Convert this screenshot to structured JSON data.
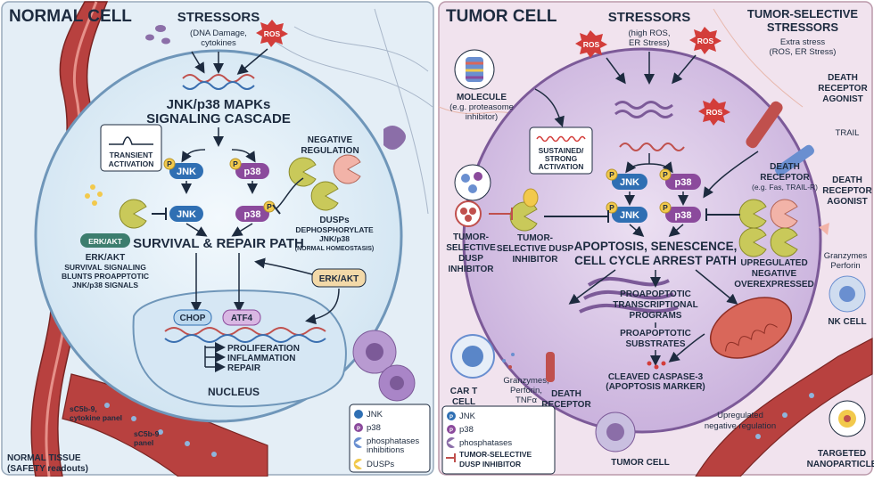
{
  "normal": {
    "title": "NORMAL CELL",
    "stressors_title": "STRESSORS",
    "stressors_sub1": "(DNA Damage,",
    "stressors_sub2": "cytokines",
    "ros": "ROS",
    "cascade1": "JNK/p38 MAPKs",
    "cascade2": "SIGNALING CASCADE",
    "transient1": "TRANSIENT",
    "transient2": "ACTIVATION",
    "neg_reg1": "NEGATIVE",
    "neg_reg2": "REGULATION",
    "jnk": "JNK",
    "p38": "p38",
    "p": "P",
    "dusps1": "DUSPs",
    "dusps2": "DEPHOSPHORYLATE",
    "dusps3": "JNK/p38",
    "dusps4": "(NORMAL HOMEOSTASIS)",
    "survival_path": "SURVIVAL & REPAIR PATH",
    "erk_akt_pill": "ERK/AKT",
    "erk_akt_title": "ERK/AKT",
    "erk_text1": "SURVIVAL SIGNALING",
    "erk_text2": "BLUNTS PROAPPTOTIC",
    "erk_text3": "JNK/p38 SIGNALS",
    "erk_akt_right": "ERK/AKT",
    "chop": "CHOP",
    "atf4": "ATF4",
    "prolif": "PROLIFERATION",
    "inflam": "INFLAMMATION",
    "repair": "REPAIR",
    "nucleus": "NUCLEUS",
    "sc5b9_a1": "sC5b-9,",
    "sc5b9_a2": "cytokine panel",
    "sc5b9_b1": "sC5b-9",
    "sc5b9_b2": "panel",
    "tissue1": "NORMAL TISSUE",
    "tissue2": "(SAFETY readouts)",
    "legend": {
      "jnk": "JNK",
      "p38": "p38",
      "phos1": "phosphatases",
      "phos2": "inhibitions",
      "dusps": "DUSPs"
    }
  },
  "tumor": {
    "title": "TUMOR CELL",
    "stressors_title": "STRESSORS",
    "stressors_sub1": "(high ROS,",
    "stressors_sub2": "ER Stress)",
    "ros": "ROS",
    "ts_title1": "TUMOR-SELECTIVE",
    "ts_title2": "STRESSORS",
    "ts_sub1": "Extra stress",
    "ts_sub2": "(ROS, ER Stress)",
    "molecule1": "MOLECULE",
    "molecule2": "(e.g. proteasome",
    "molecule3": "inhibitor)",
    "sustained1": "SUSTAINED/",
    "sustained2": "STRONG",
    "sustained3": "ACTIVATION",
    "death_agonist1": "DEATH",
    "death_agonist2": "RECEPTOR",
    "death_agonist3": "AGONIST",
    "trail": "TRAIL",
    "death_rec1": "DEATH",
    "death_rec2": "RECEPTOR",
    "death_rec3": "(e.g. Fas, TRAIL-R)",
    "agonist_b1": "DEATH",
    "agonist_b2": "RECEPTOR",
    "agonist_b3": "AGONIST",
    "jnk": "JNK",
    "p38": "p38",
    "p": "P",
    "tsdi1": "TUMOR-",
    "tsdi2": "SELECTIVE",
    "tsdi3": "DUSP",
    "tsdi4": "INHIBITOR",
    "tsdi_b1": "TUMOR-",
    "tsdi_b2": "SELECTIVE DUSP",
    "tsdi_b3": "INHIBITOR",
    "apop1": "APOPTOSIS, SENESCENCE,",
    "apop2": "CELL CYCLE ARREST PATH",
    "granz1": "Granzymes",
    "granz2": "Perforin",
    "upreg1": "UPREGULATED",
    "upreg2": "NEGATIVE",
    "upreg3": "OVEREXPRESSED",
    "proapop_prog1": "PROAPOPTOTIC",
    "proapop_prog2": "TRANSCRIPTIONAL",
    "proapop_prog3": "PROGRAMS",
    "proapop_sub1": "PROAPOPTOTIC",
    "proapop_sub2": "SUBSTRATES",
    "caspase1": "CLEAVED CASPASE-3",
    "caspase2": "(APOPTOSIS MARKER)",
    "nk": "NK CELL",
    "cart1": "CAR T",
    "cart2": "CELL",
    "gpt1": "Granzymes,",
    "gpt2": "Perforin,",
    "gpt3": "TNFα",
    "death_rec_b1": "DEATH",
    "death_rec_b2": "RECEPTOR",
    "upreg_neg1": "Upregulated",
    "upreg_neg2": "negative regulation",
    "tumor_cell": "TUMOR CELL",
    "nano1": "TARGETED",
    "nano2": "NANOPARTICLE",
    "legend": {
      "jnk": "JNK",
      "p38": "p38",
      "phos": "phosphatases",
      "tsdi1": "TUMOR-SELECTIVE",
      "tsdi2": "DUSP INHIBITOR",
      "p": "P"
    }
  },
  "colors": {
    "jnk": "#2f6fb3",
    "p38": "#8b4a9c",
    "phospho": "#f2c94c",
    "dusp": "#c9c95a",
    "normal_bg": "#e4eef6",
    "tumor_bg": "#f1e3ee"
  }
}
